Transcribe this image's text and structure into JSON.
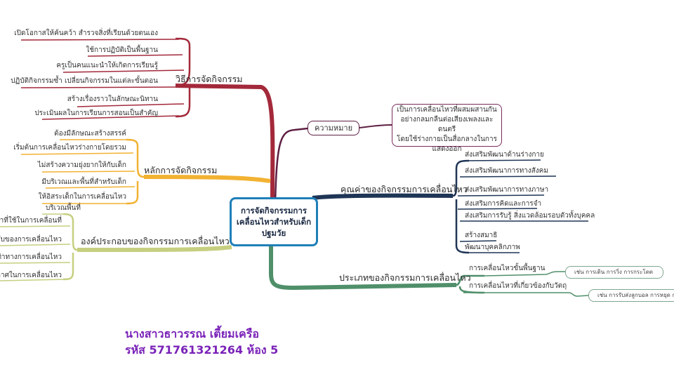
{
  "center": {
    "line1": "การจัดกิจกรรมการ",
    "line2": "เคลื่อนไหวสำหรับเด็ก",
    "line3": "ปฐมวัย"
  },
  "colors": {
    "methods": "#a3293a",
    "meaning": "#5e1f42",
    "principles": "#f2b232",
    "components": "#c6cf80",
    "values": "#1f3556",
    "types": "#4f8f6a",
    "center_border": "#1f7fb8",
    "author": "#7a22b8"
  },
  "methods": {
    "label": "วิธีการจัดกิจกรรม",
    "items": [
      "เปิดโอกาสให้ค้นคว้า สำรวจสิ่งที่เรียนด้วยตนเอง",
      "ใช้การปฏิบัติเป็นพื้นฐาน",
      "ครูเป็นคนแนะนำให้เกิดการเรียนรู้",
      "ปฏิบัติกิจกรรมซ้ำ เปลี่ยนกิจกรรมในแต่ละขั้นตอน",
      "สร้างเรื่องราวในลักษณะนิทาน",
      "ประเมินผลในการเรียนการสอนเป็นสำคัญ"
    ]
  },
  "meaning": {
    "label": "ความหมาย",
    "description": [
      "เป็นการเคลื่อนไหวที่ผสมผสานกัน",
      "อย่างกลมกลืนต่อเสียงเพลงและดนตรี",
      "โดยใช้ร่างกายเป็นสื่อกลางในการ",
      "แสดงออก"
    ]
  },
  "principles": {
    "label": "หลักการจัดกิจกรรม",
    "items": [
      "ต้องมีลักษณะสร้างสรรค์",
      "เริ่มต้นการเคลื่อนไหวร่างกายโดยรวม",
      "ไม่สร้างความยุ่งยากให้กับเด็ก",
      "มีบริเวณและพื้นที่สำหรับเด็ก",
      "ให้อิสระเด็กในการเคลื่อนไหว"
    ]
  },
  "components": {
    "label": "องค์ประกอบของกิจกรรมการเคลื่อนไหว",
    "items": [
      "บริเวณพื้นที่",
      "วลาที่ใช้ในการเคลื่อนที่",
      "ระดับของการเคลื่อนไหว",
      "ท่าทางการเคลื่อนไหว",
      "ากาศในการเคลื่อนไหว"
    ]
  },
  "values": {
    "label": "คุณค่าของกิจกรรมการเคลื่อนไหว",
    "items": [
      "ส่งเสริมพัฒนาด้านร่างกาย",
      "ส่งเสริมพัฒนาการทางสังคม",
      "ส่งเสริมพัฒนาการทางภาษา",
      "ส่งเสริมการคิดและการจำ",
      "ส่งเสริมการรับรู้ สิ่งแวดล้อมรอบตัวทั้งบุคคล",
      "สร้างสมาธิ",
      "พัฒนาบุคคลิกภาพ"
    ]
  },
  "types": {
    "label": "ประเภทของกิจกรรมการเคลื่อนไหว",
    "items": [
      {
        "label": "การเคลื่อนไหวขั้นพื้นฐาน",
        "example": "เช่น การเดิน การวิ่ง การกระโดด"
      },
      {
        "label": "การเคลื่อนไหวที่เกี่ยวข้องกับวัตถุ",
        "example": "เช่น  การรับส่งลูกบอล การหยุด การ"
      }
    ]
  },
  "author": {
    "name": "นางสาวธาวรรณ  เตี้ยมเครือ",
    "id_line": "รหัส 571761321264  ห้อง 5"
  }
}
